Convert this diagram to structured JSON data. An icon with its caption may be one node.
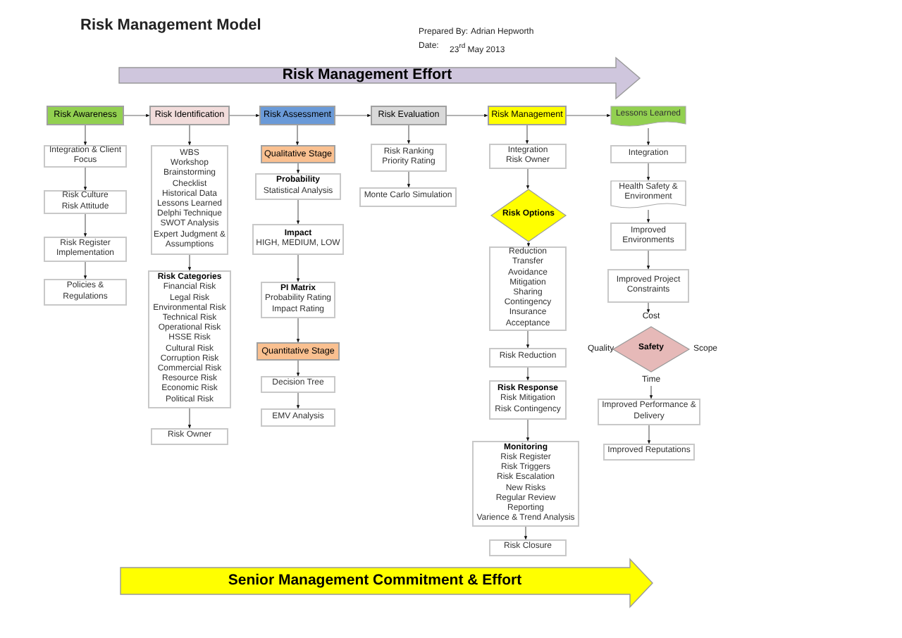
{
  "diagram": {
    "title": "Risk Management Model",
    "nodes": [
      {
        "text": [
          "Risk Awareness"
        ]
      },
      {
        "text": [
          "Integration & Client Focus"
        ]
      },
      {
        "text": [
          "Risk Culture",
          "Risk Attitude"
        ]
      },
      {
        "text": [
          "Risk Register Implementation"
        ]
      },
      {
        "text": [
          "Policies & Regulations"
        ]
      },
      {
        "text": [
          "Risk Identification"
        ]
      },
      {
        "text": [
          "WBS",
          "Workshop",
          "Brainstorming",
          "Checklist",
          "Historical Data",
          "Lessons Learned",
          "Delphi Technique",
          "SWOT Analysis",
          "Expert Judgment & Assumptions"
        ]
      },
      {
        "text": [
          "Risk Categories",
          "Financial Risk",
          "Legal Risk",
          "Environmental Risk",
          "Technical Risk",
          "Operational Risk",
          "HSSE Risk",
          "Cultural Risk",
          "Corruption Risk",
          "Commercial Risk",
          "Resource Risk",
          "Economic Risk",
          "Political Risk"
        ]
      },
      {
        "text": [
          "Risk Owner"
        ]
      },
      {
        "text": [
          "Risk Assessment"
        ]
      },
      {
        "text": [
          "Qualitative Stage"
        ]
      },
      {
        "text": [
          "Probability",
          "Statistical Analysis"
        ]
      },
      {
        "text": [
          "Impact",
          "HIGH, MEDIUM, LOW"
        ]
      },
      {
        "text": [
          "PI Matrix",
          "Probability Rating",
          "Impact Rating"
        ]
      },
      {
        "text": [
          "Quantitative  Stage"
        ]
      },
      {
        "text": [
          "Decision Tree"
        ]
      },
      {
        "text": [
          "EMV Analysis"
        ]
      },
      {
        "text": [
          "Risk Evaluation"
        ]
      },
      {
        "text": [
          "Risk Ranking",
          "Priority Rating"
        ]
      },
      {
        "text": [
          "Monte Carlo Simulation"
        ]
      },
      {
        "text": [
          "Risk Management"
        ]
      },
      {
        "text": [
          "Integration",
          "Risk Owner"
        ]
      },
      {
        "text": [
          "Risk Options"
        ]
      },
      {
        "text": [
          "Reduction",
          "Transfer",
          "Avoidance",
          "Mitigation",
          "Sharing",
          "Contingency",
          "Insurance",
          "Acceptance"
        ]
      },
      {
        "text": [
          "Risk Reduction"
        ]
      },
      {
        "text": [
          "Risk Response",
          "Risk Mitigation",
          "Risk Contingency"
        ]
      },
      {
        "text": [
          "Monitoring",
          "Risk Register",
          "Risk Triggers",
          "Risk Escalation",
          "New Risks",
          "Regular Review",
          "Reporting",
          "Varience & Trend Analysis"
        ]
      },
      {
        "text": [
          "Risk Closure"
        ]
      },
      {
        "text": [
          "Lessons Learned"
        ]
      },
      {
        "text": [
          "Integration"
        ]
      },
      {
        "text": [
          "Health Safety & Environment"
        ]
      },
      {
        "text": [
          "Improved Environments"
        ]
      },
      {
        "text": [
          "Improved Project Constraints"
        ]
      },
      {
        "text": [
          "Safety"
        ],
        "beside": [
          "Cost",
          "Quality",
          "Scope",
          "Time"
        ]
      },
      {
        "text": [
          "Improved Performance & Delivery"
        ]
      },
      {
        "text": [
          "Improved Reputations"
        ]
      },
      {
        "text": [
          "Risk Management Effort"
        ]
      },
      {
        "text": [
          "Senior Management Commitment & Effort"
        ]
      }
    ],
    "edges": [
      {
        "from": 0,
        "to": 5,
        "arrow": "to"
      },
      {
        "from": 5,
        "to": 9,
        "arrow": "to"
      },
      {
        "from": 9,
        "to": 17,
        "arrow": "to"
      },
      {
        "from": 17,
        "to": 20,
        "arrow": "to"
      },
      {
        "from": 20,
        "to": 28,
        "arrow": "to"
      },
      {
        "from": 0,
        "to": 1,
        "arrow": "to"
      },
      {
        "from": 1,
        "to": 2,
        "arrow": "to"
      },
      {
        "from": 2,
        "to": 3,
        "arrow": "to"
      },
      {
        "from": 3,
        "to": 4,
        "arrow": "to"
      },
      {
        "from": 5,
        "to": 6,
        "arrow": "to"
      },
      {
        "from": 6,
        "to": 7,
        "arrow": "to"
      },
      {
        "from": 7,
        "to": 8,
        "arrow": "to"
      },
      {
        "from": 9,
        "to": 10,
        "arrow": "to"
      },
      {
        "from": 10,
        "to": 11,
        "arrow": "to"
      },
      {
        "from": 11,
        "to": 12,
        "arrow": "to"
      },
      {
        "from": 12,
        "to": 13,
        "arrow": "to"
      },
      {
        "from": 13,
        "to": 14,
        "arrow": "to"
      },
      {
        "from": 14,
        "to": 15,
        "arrow": "to"
      },
      {
        "from": 15,
        "to": 16,
        "arrow": "to"
      },
      {
        "from": 17,
        "to": 18,
        "arrow": "to"
      },
      {
        "from": 18,
        "to": 19,
        "arrow": "to"
      },
      {
        "from": 20,
        "to": 21,
        "arrow": "to"
      },
      {
        "from": 21,
        "to": 22,
        "arrow": "to"
      },
      {
        "from": 22,
        "to": 23,
        "arrow": "to"
      },
      {
        "from": 23,
        "to": 24,
        "arrow": "to"
      },
      {
        "from": 24,
        "to": 25,
        "arrow": "to"
      },
      {
        "from": 25,
        "to": 26,
        "arrow": "to"
      },
      {
        "from": 26,
        "to": 27,
        "arrow": "to"
      },
      {
        "from": 28,
        "to": 29,
        "arrow": "to"
      },
      {
        "from": 29,
        "to": 30,
        "arrow": "to"
      },
      {
        "from": 30,
        "to": 31,
        "arrow": "to"
      },
      {
        "from": 31,
        "to": 32,
        "arrow": "to"
      },
      {
        "from": 32,
        "to": 33,
        "arrow": "to"
      },
      {
        "from": 33,
        "to": 34,
        "arrow": "to"
      },
      {
        "from": 34,
        "to": 35,
        "arrow": "to"
      }
    ],
    "labels": [
      "Prepared By:",
      "Adrian Hepworth",
      "Date:",
      "23$^{rd}$ May 2013"
    ]
  }
}
